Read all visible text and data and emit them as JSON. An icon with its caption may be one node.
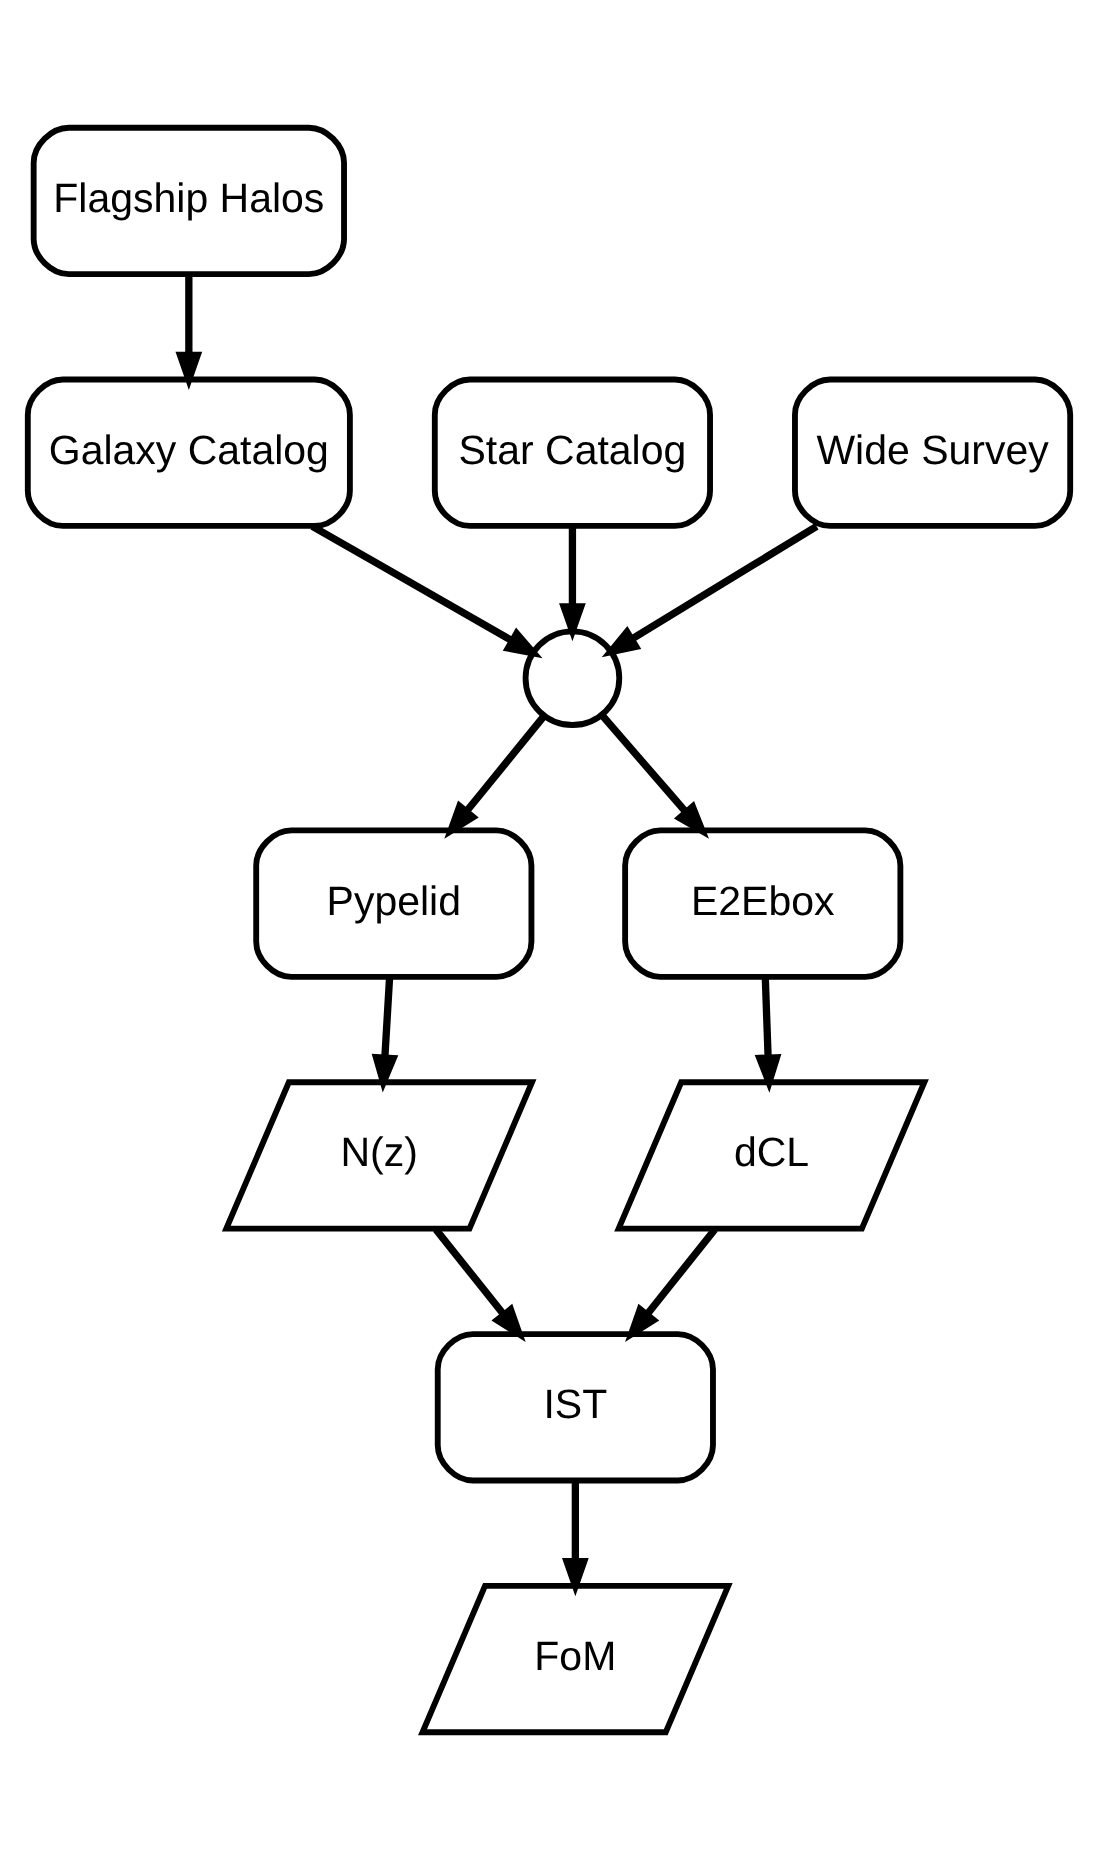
{
  "diagram": {
    "nodes": [
      {
        "text": [
          "Flagship Halos"
        ]
      },
      {
        "text": [
          "Star Catalog"
        ]
      },
      {
        "text": [
          "Galaxy Catalog"
        ]
      },
      {
        "text": [
          "Wide Survey"
        ]
      },
      {
        "text": [],
        "shape": "circle"
      },
      {
        "text": [
          "Pypelid"
        ]
      },
      {
        "text": [
          "E2Ebox"
        ]
      },
      {
        "text": [
          "N(z)"
        ]
      },
      {
        "text": [
          "dCL"
        ]
      },
      {
        "text": [
          "IST"
        ]
      },
      {
        "text": [
          "FoM"
        ]
      }
    ],
    "edges": [
      {
        "from": 0,
        "to": 2,
        "arrow": "to"
      },
      {
        "from": 1,
        "to": 4,
        "arrow": "to"
      },
      {
        "from": 2,
        "to": 4,
        "arrow": "to"
      },
      {
        "from": 3,
        "to": 4,
        "arrow": "to"
      },
      {
        "from": 4,
        "to": 5,
        "arrow": "to"
      },
      {
        "from": 4,
        "to": 6,
        "arrow": "to"
      },
      {
        "from": 5,
        "to": 7,
        "arrow": "to"
      },
      {
        "from": 6,
        "to": 8,
        "arrow": "to"
      },
      {
        "from": 7,
        "to": 9,
        "arrow": "to"
      },
      {
        "from": 8,
        "to": 9,
        "arrow": "to"
      },
      {
        "from": 9,
        "to": 10,
        "arrow": "to"
      }
    ]
  }
}
